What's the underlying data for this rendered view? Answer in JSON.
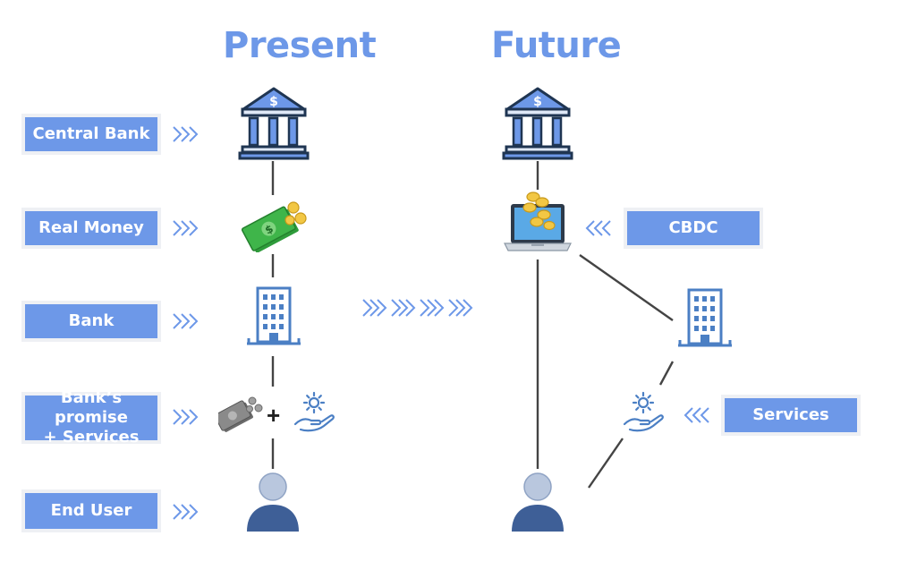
{
  "headings": {
    "present": "Present",
    "future": "Future"
  },
  "present_labels": {
    "central_bank": "Central Bank",
    "real_money": "Real Money",
    "bank": "Bank",
    "banks_promise_line1": "Bank’s promise",
    "banks_promise_line2": "+ Services",
    "end_user": "End User"
  },
  "future_labels": {
    "cbdc": "CBDC",
    "services": "Services"
  },
  "plus_sign": "+",
  "icons": {
    "central_bank": "bank-building-icon",
    "real_money": "cash-coins-icon",
    "bank": "office-building-icon",
    "promise": "gray-cash-icon",
    "services": "gear-hand-icon",
    "user": "person-icon",
    "cbdc": "laptop-coins-icon"
  },
  "colors": {
    "accent": "#6d98e8",
    "icon_dark": "#1f3552",
    "icon_blue": "#4b7fc4",
    "money_green": "#3fb54a",
    "coin_gold": "#f2c744",
    "line": "#444444"
  }
}
